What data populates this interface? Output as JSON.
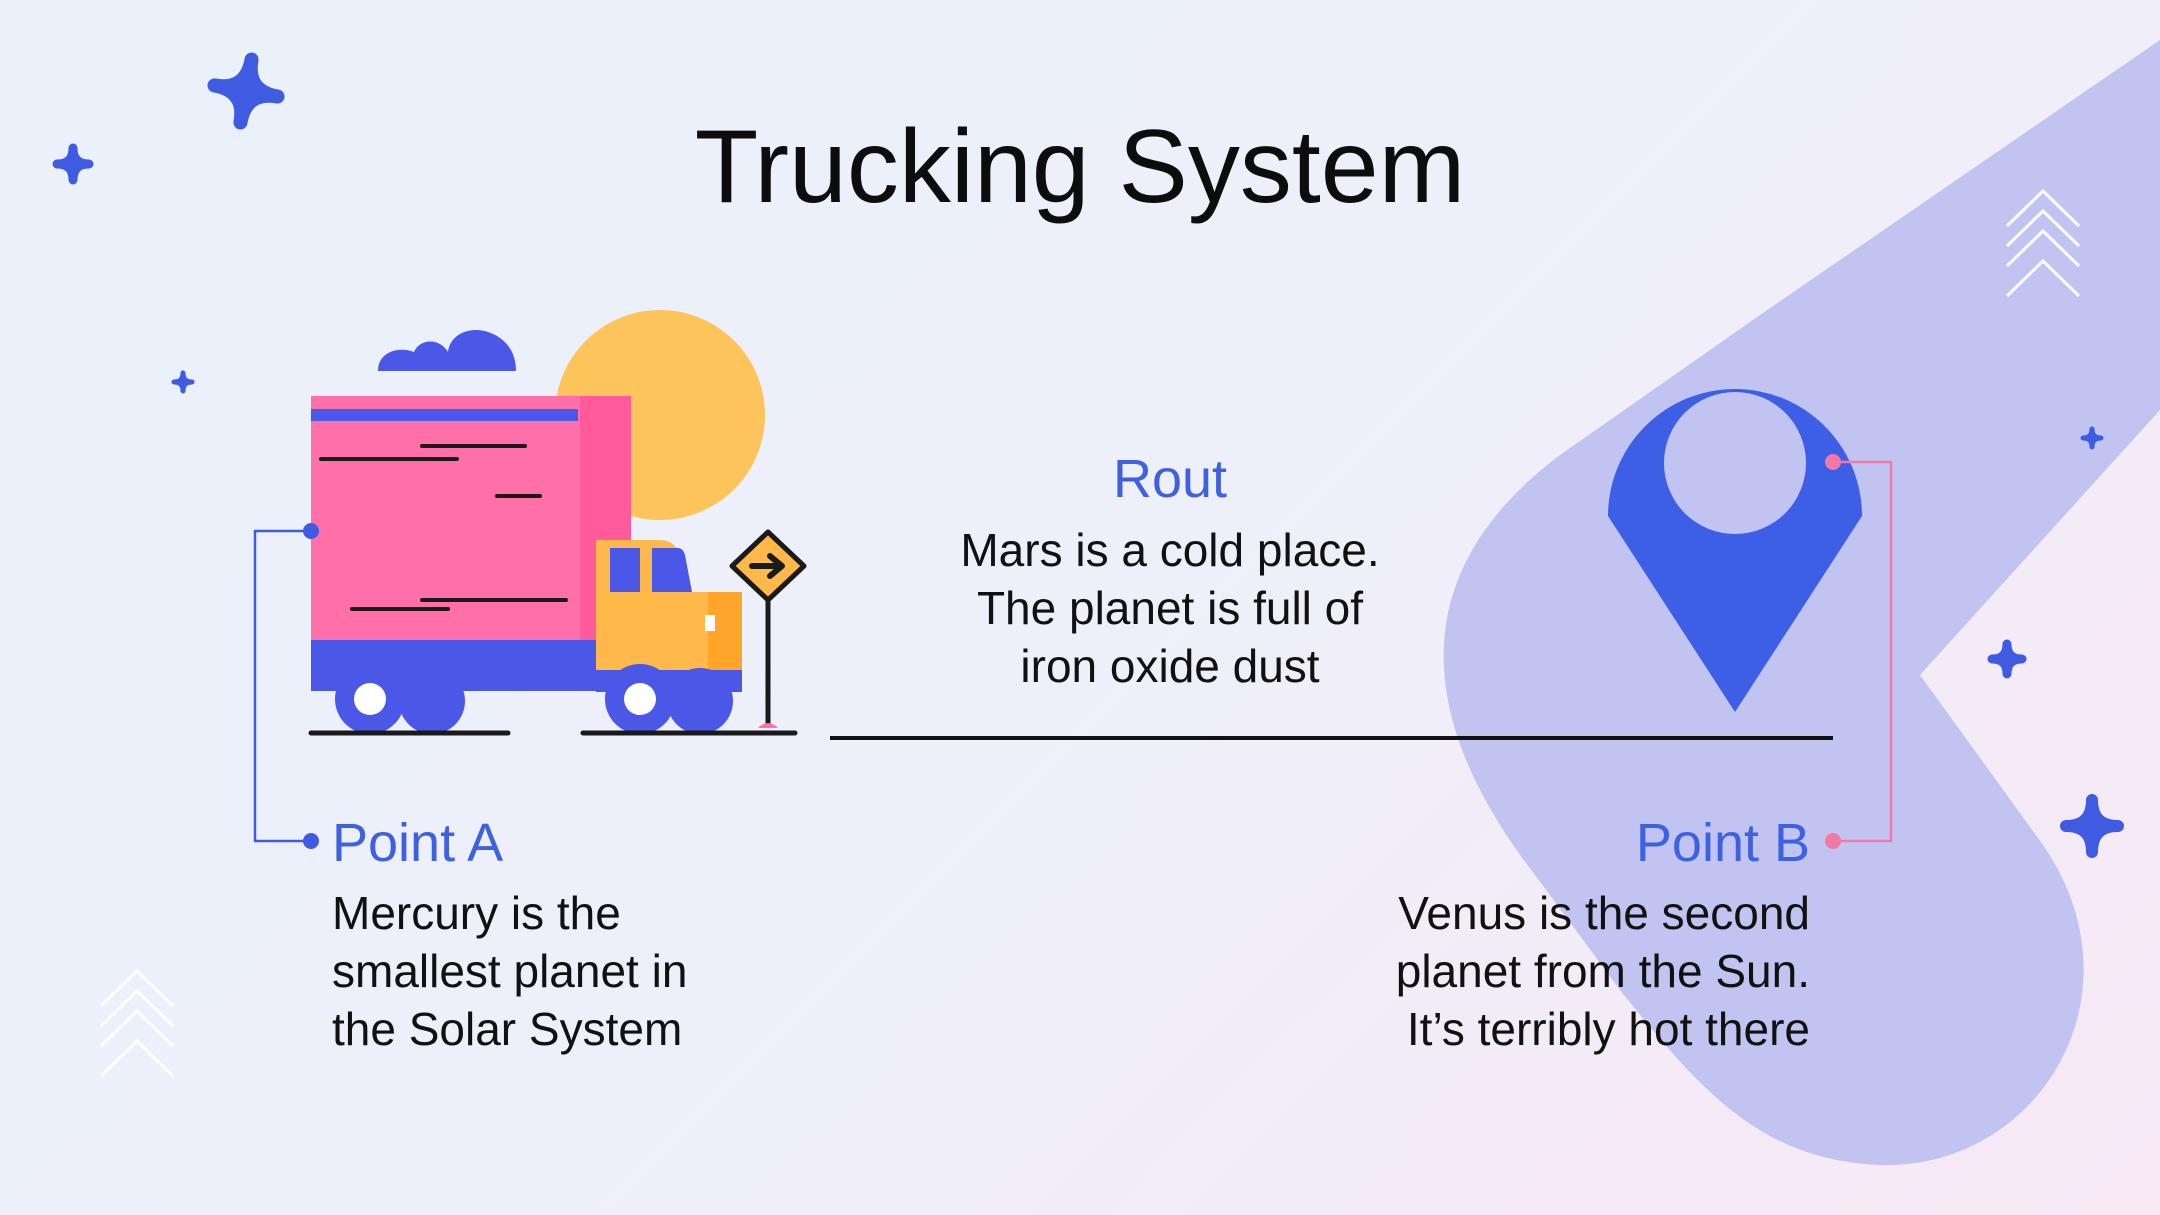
{
  "title": "Trucking System",
  "route": {
    "title": "Rout",
    "body_lines": [
      "Mars is a cold place.",
      "The planet is full of",
      "iron oxide dust"
    ]
  },
  "point_a": {
    "title": "Point A",
    "body_lines": [
      "Mercury is the",
      "smallest planet in",
      "the Solar System"
    ]
  },
  "point_b": {
    "title": "Point B",
    "body_lines": [
      "Venus is the second",
      "planet from the Sun.",
      "It’s terribly hot there"
    ]
  },
  "colors": {
    "accent_blue": "#3e61df",
    "pin_blue": "#3d5fe6",
    "truck_pink": "#ff6fa8",
    "truck_yellow": "#ffb94b",
    "sun_yellow": "#fcc45a",
    "band_lavender": "#c1c4f1",
    "connector_pink": "#f07aa5"
  },
  "icons": [
    "sparkle-star-icon",
    "chevron-stack-icon",
    "truck-icon",
    "road-sign-icon",
    "location-pin-icon",
    "sun-icon",
    "cloud-icon"
  ]
}
